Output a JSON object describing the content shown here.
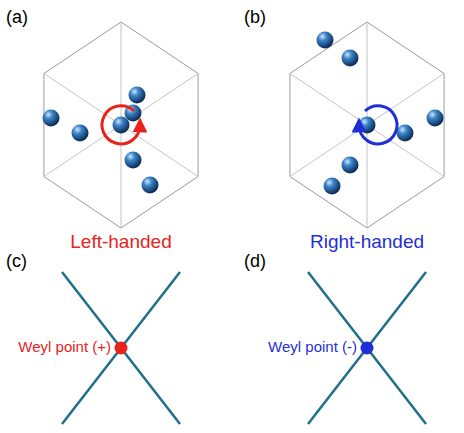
{
  "diagram": {
    "labels": [
      "(a)",
      "(b)",
      "Left-handed",
      "Right-handed",
      "(c)",
      "(d)",
      "Weyl point (+)",
      "Weyl point (-)"
    ]
  }
}
